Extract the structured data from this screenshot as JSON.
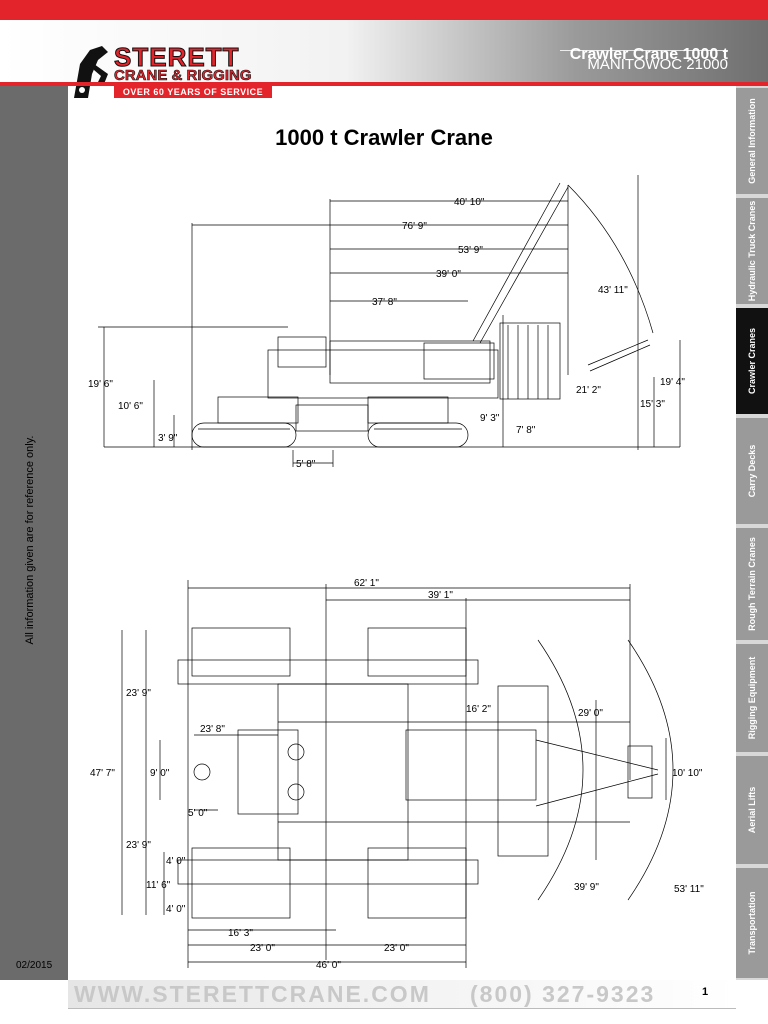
{
  "header": {
    "logo_name": "STERETT",
    "logo_sub": "CRANE & RIGGING",
    "logo_tagline": "OVER 60 YEARS OF SERVICE",
    "title": "Crawler Crane 1000 t",
    "model": "MANITOWOC 21000"
  },
  "sidebar": {
    "note": "All information given are for reference only.",
    "date": "02/2015"
  },
  "tabs": [
    {
      "label": "General Information"
    },
    {
      "label": "Hydraulic Truck Cranes"
    },
    {
      "label": "Crawler Cranes"
    },
    {
      "label": "Carry Decks"
    },
    {
      "label": "Rough Terrain Cranes"
    },
    {
      "label": "Rigging Equipment"
    },
    {
      "label": "Aerial Lifts"
    },
    {
      "label": "Transportation"
    }
  ],
  "main": {
    "title": "1000 t Crawler Crane",
    "side_view_dims": [
      "40' 10\"",
      "76' 9\"",
      "53' 9\"",
      "39' 0\"",
      "37' 8\"",
      "43' 11\"",
      "19' 6\"",
      "10' 6\"",
      "3' 9\"",
      "5' 8\"",
      "9' 3\"",
      "7' 8\"",
      "21' 2\"",
      "19' 4\"",
      "15' 3\""
    ],
    "top_view_dims": [
      "62' 1\"",
      "39' 1\"",
      "23' 9\"",
      "23' 8\"",
      "16' 2\"",
      "29' 0\"",
      "47' 7\"",
      "9' 0\"",
      "10' 10\"",
      "5' 0\"",
      "23' 9\"",
      "4' 0\"",
      "11' 6\"",
      "4' 0\"",
      "39' 9\"",
      "53' 11\"",
      "16' 3\"",
      "23' 0\"",
      "23' 0\"",
      "46' 0\""
    ]
  },
  "footer": {
    "url": "WWW.STERETTCRANE.COM",
    "phone": "(800) 327-9323",
    "page": "1"
  },
  "colors": {
    "brand_red": "#e3242b",
    "sidebar_gray": "#6b6b6b",
    "tab_gray": "#9a9a9a",
    "tab_active": "#111111"
  }
}
